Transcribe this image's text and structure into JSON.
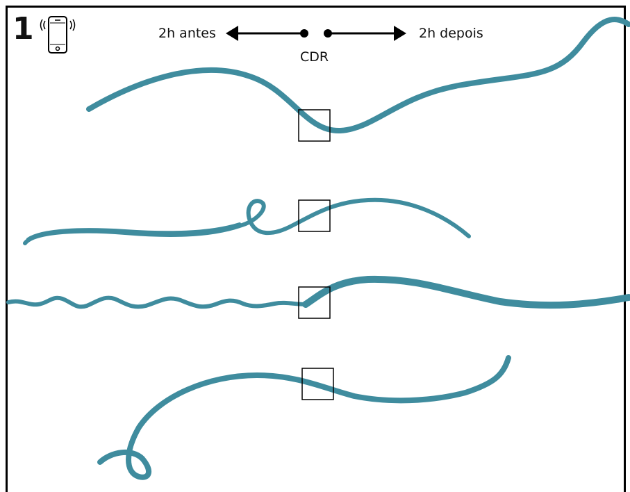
{
  "panel": {
    "number": "1",
    "device_icon": "smartphone-vibrating-icon"
  },
  "timeline": {
    "before_label": "2h antes",
    "after_label": "2h depois",
    "center_label": "CDR"
  },
  "trajectories": [
    {
      "id": "trajectory-1",
      "shape": "smooth-curve"
    },
    {
      "id": "trajectory-2",
      "shape": "loop-then-arc"
    },
    {
      "id": "trajectory-3",
      "shape": "wavy-then-thick"
    },
    {
      "id": "trajectory-4",
      "shape": "loop-then-wave"
    }
  ],
  "colors": {
    "trajectory": "#3f8c9e",
    "ink": "#000000",
    "background": "#ffffff"
  }
}
